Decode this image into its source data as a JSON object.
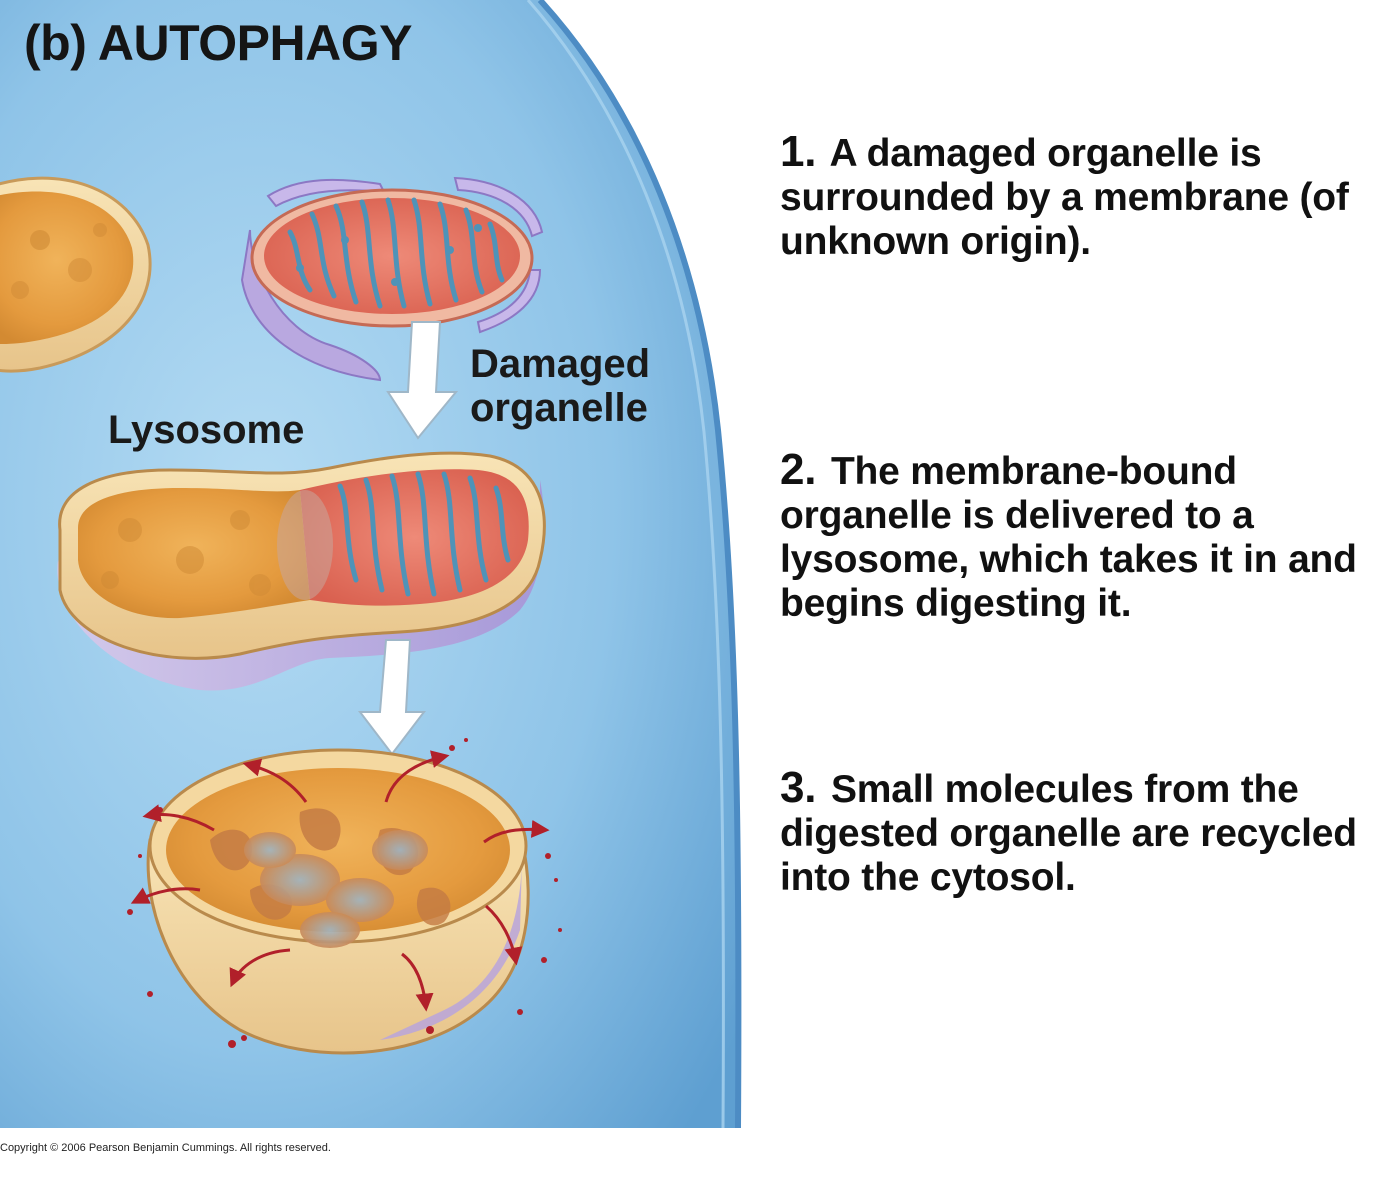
{
  "figure": {
    "title": "(b) AUTOPHAGY",
    "labels": {
      "damaged_organelle": "Damaged organelle",
      "lysosome": "Lysosome"
    },
    "steps": [
      {
        "number": "1.",
        "text": "A damaged organelle is surrounded by a membrane (of unknown origin)."
      },
      {
        "number": "2.",
        "text": "The membrane-bound organelle is delivered to a lysosome, which takes it in and begins digesting it."
      },
      {
        "number": "3.",
        "text": "Small molecules from the digested organelle are recycled into the cytosol."
      }
    ],
    "copyright": "Copyright © 2006 Pearson Benjamin Cummings. All rights reserved."
  },
  "colors": {
    "cytosol": "#8ec3e6",
    "cytosol_edge": "#5f9fd0",
    "lysosome_interior": "#e9a84a",
    "lysosome_rim": "#f4dca8",
    "mitochondrion": "#e36e5d",
    "cristae": "#4f93b8",
    "membrane_purple": "#b7a7de",
    "arrow_fill": "#ffffff",
    "recycle_arrow": "#b1202a"
  }
}
